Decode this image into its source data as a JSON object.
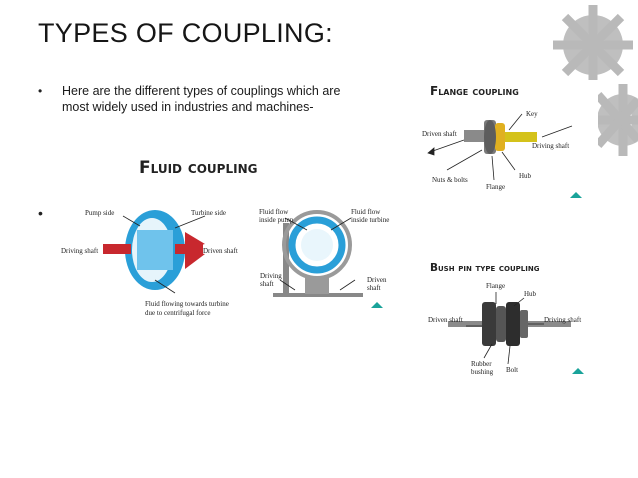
{
  "slide": {
    "title": "TYPES OF COUPLING:",
    "bullet_marker": "•",
    "bullet_text": "Here are the different types of couplings which are most widely used in industries and machines-",
    "second_bullet_marker": "•"
  },
  "fluid_coupling": {
    "title": "Fluid coupling",
    "labels": {
      "pump_side": "Pump side",
      "turbine_side": "Turbine side",
      "driving_shaft": "Driving shaft",
      "driven_shaft": "Driven shaft",
      "fluid_flowing_1": "Fluid flowing towards turbine",
      "fluid_flowing_2": "due to centrifugal force",
      "fluid_flow_pump_1": "Fluid flow",
      "fluid_flow_pump_2": "inside pump",
      "fluid_flow_turbine_1": "Fluid flow",
      "fluid_flow_turbine_2": "inside turbine",
      "driving_shaft_right_1": "Driving",
      "driving_shaft_right_2": "shaft",
      "driven_shaft_right_1": "Driven",
      "driven_shaft_right_2": "shaft"
    }
  },
  "flange_coupling": {
    "title": "Flange coupling",
    "labels": {
      "key": "Key",
      "driven_shaft": "Driven shaft",
      "driving_shaft": "Driving shaft",
      "hub": "Hub",
      "nuts_bolts": "Nuts & bolts",
      "flange": "Flange"
    }
  },
  "bush_pin": {
    "title": "Bush pin type coupling",
    "labels": {
      "flange": "Flange",
      "hub": "Hub",
      "driven_shaft": "Driven shaft",
      "driving_shaft": "Driving shaft",
      "rubber_1": "Rubber",
      "rubber_2": "bushing",
      "bolt": "Bolt"
    }
  },
  "colors": {
    "accent_teal": "#1aa39a",
    "fluid_blue": "#2a9fd8",
    "shaft_red": "#c8282e",
    "gear_grey": "#9a9a9a"
  }
}
